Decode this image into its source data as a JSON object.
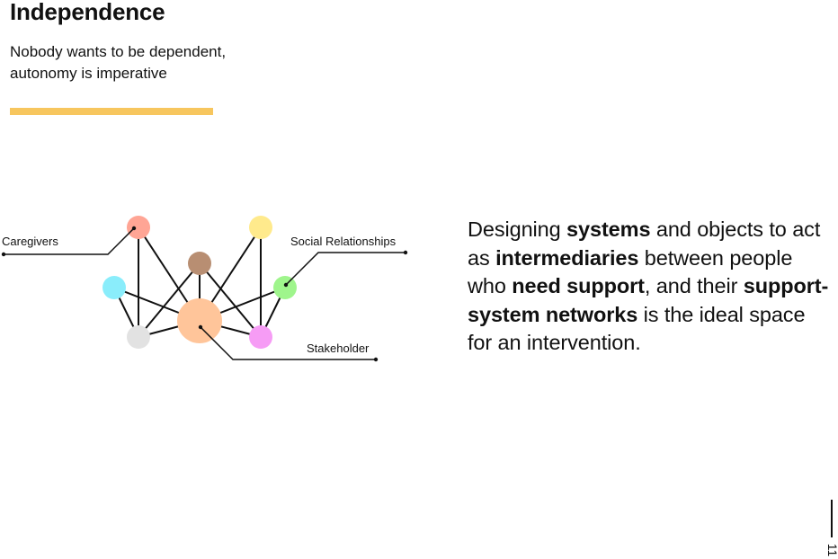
{
  "slide": {
    "title": "Independence",
    "subtitle_line1": "Nobody wants to be dependent,",
    "subtitle_line2": "autonomy is imperative",
    "accent_color": "#F7C65E",
    "page_number": "11"
  },
  "diagram": {
    "labels": {
      "caregivers": "Caregivers",
      "social_relationships": "Social Relationships",
      "stakeholder": "Stakeholder"
    },
    "node_colors": {
      "caregiver": "#FFA595",
      "yellow": "#FFEA8C",
      "brown": "#B88E72",
      "cyan": "#8AEDFB",
      "green": "#9FF58C",
      "gray": "#E2E2E2",
      "stakeholder": "#FFC59A",
      "pink": "#F69CF5"
    }
  },
  "statement": {
    "p1": "Designing ",
    "b1": "systems",
    "p2": " and objects to act as ",
    "b2": "intermediaries",
    "p3": " between people who ",
    "b3": "need support",
    "p4": ", and their ",
    "b4": "support-system networks",
    "p5": " is the ideal space for an intervention."
  }
}
